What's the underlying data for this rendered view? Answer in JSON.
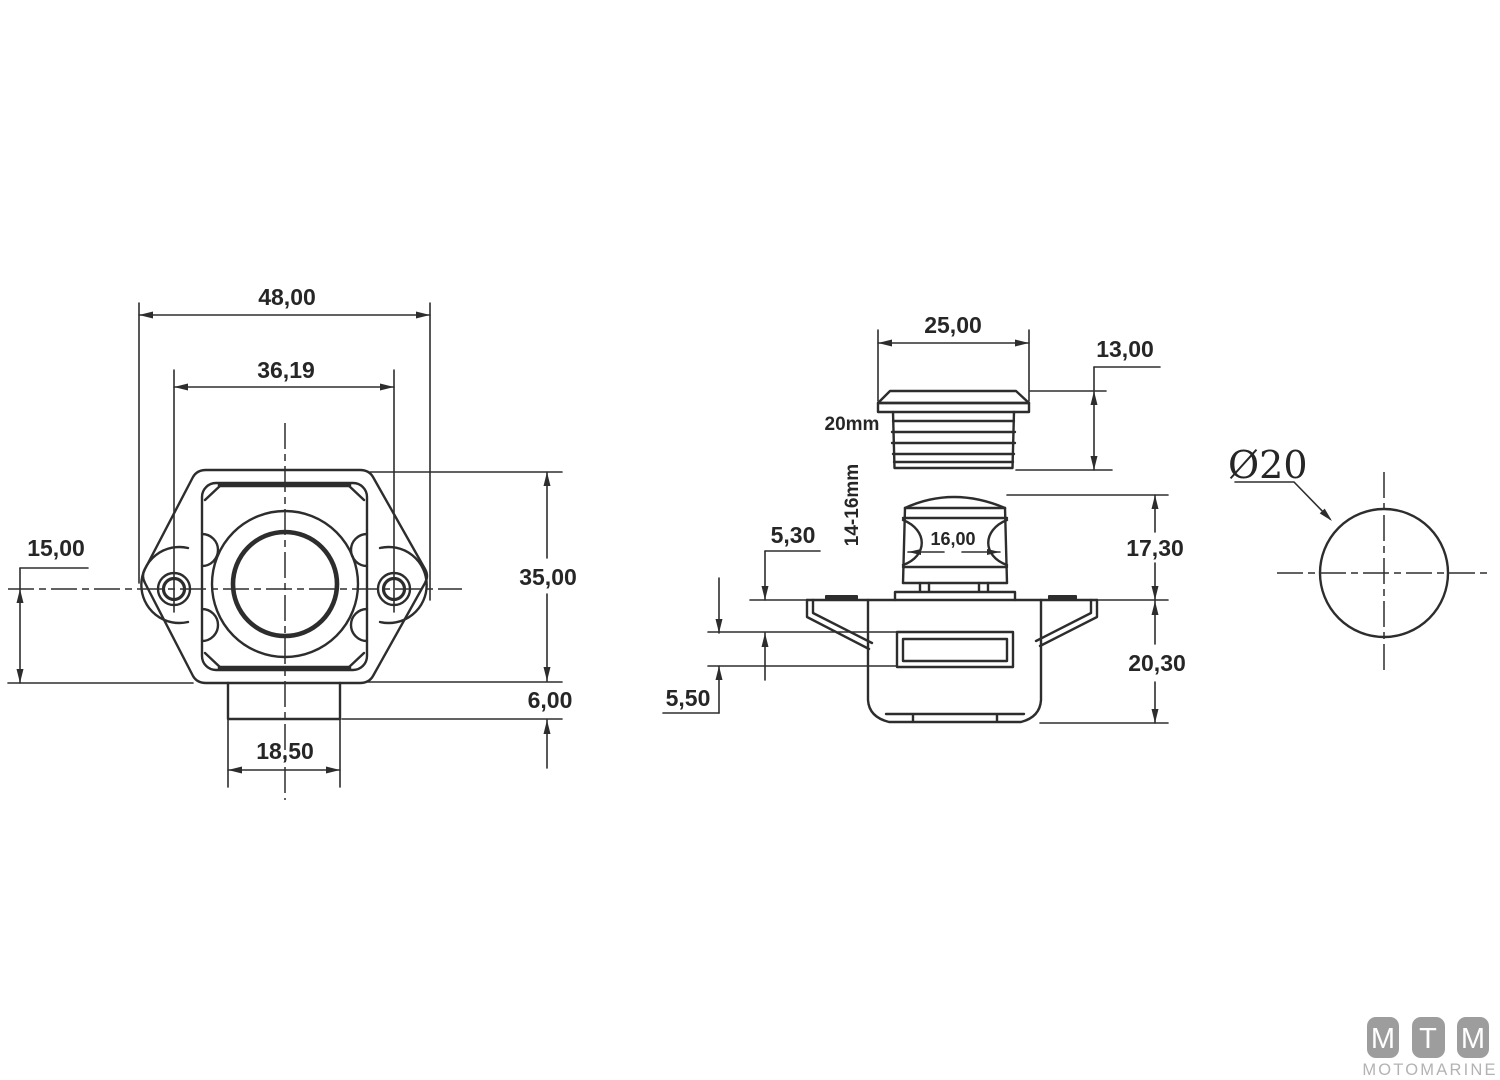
{
  "front_view": {
    "dim_overall_width": "48,00",
    "dim_hole_spacing": "36,19",
    "dim_hole_offset": "15,00",
    "dim_body_height": "35,00",
    "dim_tab_height": "6,00",
    "dim_tab_width": "18,50"
  },
  "side_view": {
    "dim_cap_width": "25,00",
    "dim_cap_height": "13,00",
    "label_thread_diameter": "20mm",
    "label_clamp_range": "14-16mm",
    "dim_button_width": "16,00",
    "dim_flange_to_latch": "5,30",
    "dim_latch_depth": "5,50",
    "dim_above_flange": "17,30",
    "dim_below_flange": "20,30"
  },
  "hole_view": {
    "dim_hole_diameter": "Ø20"
  },
  "logo": {
    "letters": [
      "M",
      "T",
      "M"
    ],
    "subtitle": "MOTOMARINE"
  },
  "colors": {
    "line": "#2d2d2d",
    "background": "#ffffff",
    "logo_tile": "#9d9d9d",
    "logo_letter": "#ffffff",
    "logo_subtitle": "#b3b3b3"
  }
}
